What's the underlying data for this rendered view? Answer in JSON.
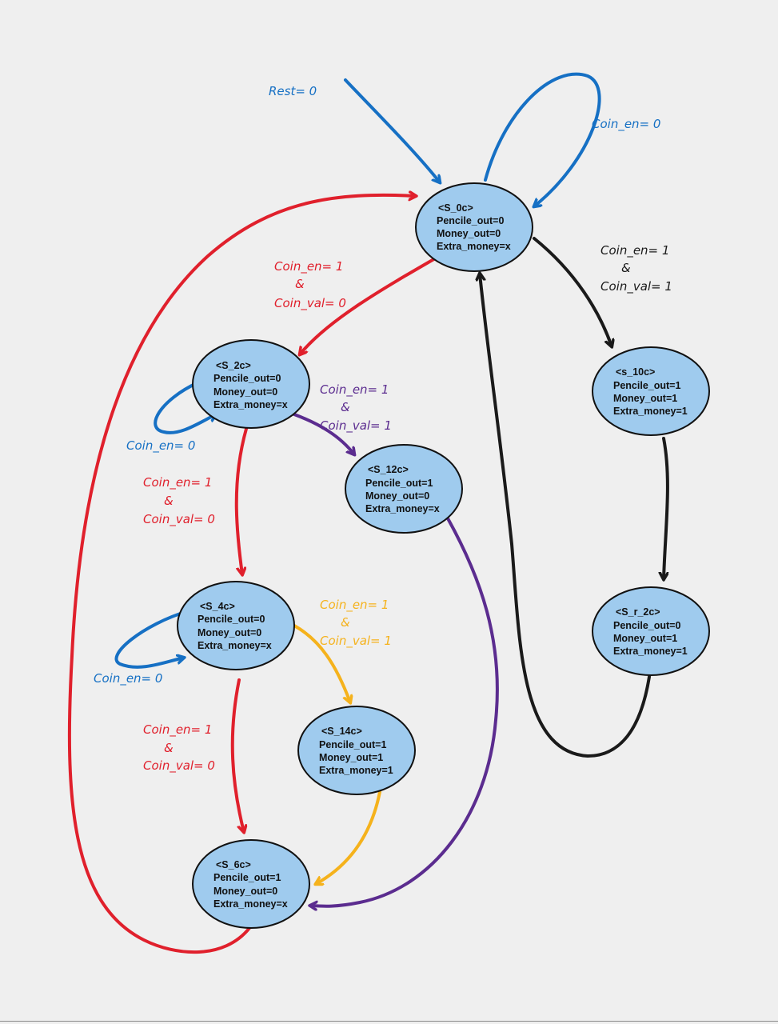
{
  "colors": {
    "red": "#e0202c",
    "blue": "#1670c4",
    "black": "#1a1a1a",
    "purple": "#5b2c8f",
    "orange": "#f5b21c",
    "state_fill": "#9fcbee"
  },
  "states": {
    "s0c": {
      "name": "<S_0c>",
      "pencile": "Pencile_out=0",
      "money": "Money_out=0",
      "extra": "Extra_money=x"
    },
    "s2c": {
      "name": "<S_2c>",
      "pencile": "Pencile_out=0",
      "money": "Money_out=0",
      "extra": "Extra_money=x"
    },
    "s4c": {
      "name": "<S_4c>",
      "pencile": "Pencile_out=0",
      "money": "Money_out=0",
      "extra": "Extra_money=x"
    },
    "s6c": {
      "name": "<S_6c>",
      "pencile": "Pencile_out=1",
      "money": "Money_out=0",
      "extra": "Extra_money=x"
    },
    "s10c": {
      "name": "<s_10c>",
      "pencile": "Pencile_out=1",
      "money": "Money_out=1",
      "extra": "Extra_money=1"
    },
    "s12c": {
      "name": "<S_12c>",
      "pencile": "Pencile_out=1",
      "money": "Money_out=0",
      "extra": "Extra_money=x"
    },
    "s14c": {
      "name": "<S_14c>",
      "pencile": "Pencile_out=1",
      "money": "Money_out=1",
      "extra": "Extra_money=1"
    },
    "sr2c": {
      "name": "<S_r_2c>",
      "pencile": "Pencile_out=0",
      "money": "Money_out=1",
      "extra": "Extra_money=1"
    }
  },
  "labels": {
    "reset": "Rest= 0",
    "s0_self": "Coin_en= 0",
    "s0_to_s10": {
      "line1": "Coin_en= 1",
      "line2": "&",
      "line3": "Coin_val= 1"
    },
    "s0_to_s2": {
      "line1": "Coin_en= 1",
      "line2": "&",
      "line3": "Coin_val= 0"
    },
    "s2_to_s12": {
      "line1": "Coin_en= 1",
      "line2": "&",
      "line3": "Coin_val= 1"
    },
    "s2_self": "Coin_en= 0",
    "s2_to_s4": {
      "line1": "Coin_en= 1",
      "line2": "&",
      "line3": "Coin_val= 0"
    },
    "s4_to_s14": {
      "line1": "Coin_en= 1",
      "line2": "&",
      "line3": "Coin_val= 1"
    },
    "s4_self": "Coin_en= 0",
    "s4_to_s6": {
      "line1": "Coin_en= 1",
      "line2": "&",
      "line3": "Coin_val= 0"
    }
  }
}
